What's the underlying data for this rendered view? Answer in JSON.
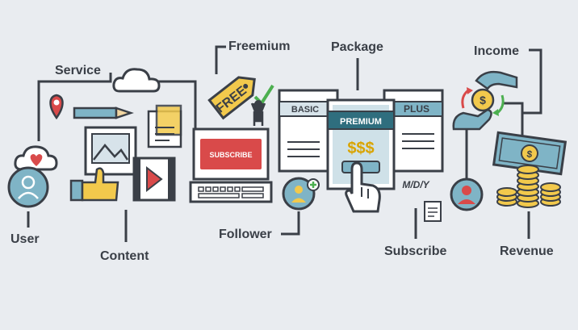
{
  "labels": {
    "service": "Service",
    "freemium": "Freemium",
    "package": "Package",
    "income": "Income",
    "user": "User",
    "content": "Content",
    "follower": "Follower",
    "subscribe": "Subscribe",
    "revenue": "Revenue"
  },
  "icon_text": {
    "free_tag": "FREE",
    "subscribe_button": "SUBSCRIBE",
    "plan_basic": "BASIC",
    "plan_premium": "PREMIUM",
    "plan_plus": "PLUS",
    "price_symbol": "$$$",
    "billing_period": "M/D/Y",
    "coin_symbol": "$"
  },
  "colors": {
    "background": "#e9ecf0",
    "outline": "#3a3f47",
    "accent_teal": "#2f6e7e",
    "accent_light_teal": "#7fb4c6",
    "accent_red": "#d94a4a",
    "accent_yellow": "#f2c94c",
    "accent_green": "#4caf50"
  },
  "icons": [
    "cloud-icon",
    "location-pin-icon",
    "pencil-icon",
    "document-icon",
    "heart-cloud-icon",
    "user-avatar-icon",
    "image-icon",
    "thumbs-up-icon",
    "video-play-icon",
    "free-tag-icon",
    "person-raised-arms-icon",
    "laptop-icon",
    "add-follower-icon",
    "pricing-plans-icon",
    "pointing-hand-icon",
    "subscriber-icon",
    "invoice-icon",
    "coin-hand-icon",
    "banknote-icon",
    "coin-stack-icon"
  ]
}
